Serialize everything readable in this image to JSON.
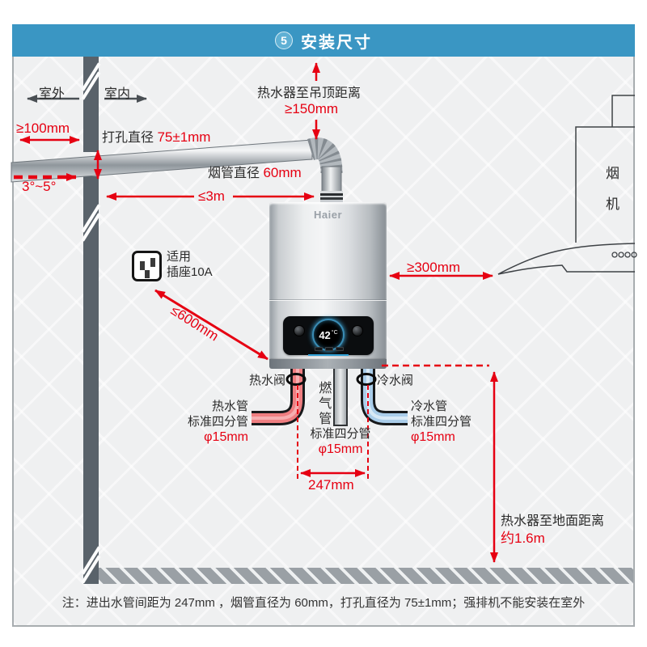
{
  "header": {
    "step": "5",
    "title": "安装尺寸"
  },
  "room": {
    "outdoor": "室外",
    "indoor": "室内"
  },
  "dims": {
    "wall_side": "≥100mm",
    "hole_prefix": "打孔直径 ",
    "hole_value": "75±1mm",
    "slope": "3°~5°",
    "flue_prefix": "烟管直径 ",
    "flue_value": "60mm",
    "flue_run": "≤3m",
    "ceiling_label": "热水器至吊顶距离",
    "ceiling_value": "≥150mm",
    "hood_gap": "≥300mm",
    "socket_gap": "≤600mm",
    "pipe_spacing": "247mm",
    "floor_label": "热水器至地面距离",
    "floor_value": "约1.6m"
  },
  "hood": {
    "char1": "烟",
    "char2": "机"
  },
  "socket": {
    "line1": "适用",
    "line2": "插座10A"
  },
  "valves": {
    "hot": "热水阀",
    "cold": "冷水阀"
  },
  "pipes": {
    "gas_vertical": "燃气管",
    "hot": {
      "name": "热水管",
      "spec": "标准四分管",
      "size": "φ15mm"
    },
    "gas": {
      "spec": "标准四分管",
      "size": "φ15mm"
    },
    "cold": {
      "name": "冷水管",
      "spec": "标准四分管",
      "size": "φ15mm"
    }
  },
  "device": {
    "brand": "Haier",
    "temp": "42",
    "unit": "°C"
  },
  "note": "注：进出水管间距为 247mm ，烟管直径为 60mm，打孔直径为 75±1mm；强排机不能安装在室外",
  "colors": {
    "header_blue": "#3a96c3",
    "dimension_red": "#e60012",
    "wall_gray": "#59626a",
    "hot_pipe": "#ef7e81",
    "cold_pipe": "#aacdea"
  }
}
